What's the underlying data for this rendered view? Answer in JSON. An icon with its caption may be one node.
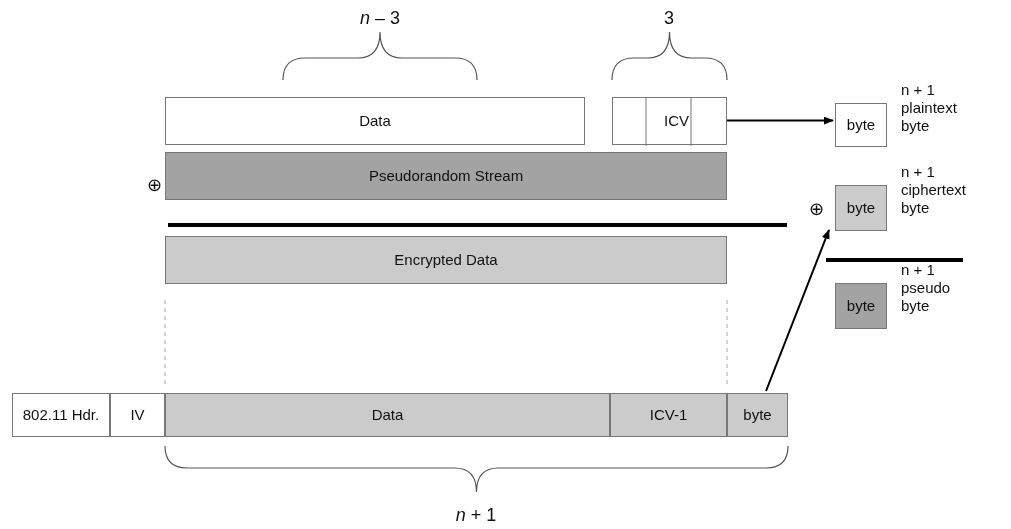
{
  "diagram": {
    "nodes": [
      {
        "text": [
          "Data"
        ]
      },
      {
        "text": [
          "ICV"
        ]
      },
      {
        "text": [
          "Pseudorandom Stream"
        ]
      },
      {
        "text": [
          "Encrypted Data"
        ]
      },
      {
        "text": [
          "byte"
        ],
        "beside": [
          "n + 1 plaintext byte"
        ]
      },
      {
        "text": [
          "byte"
        ],
        "beside": [
          "n + 1 ciphertext byte"
        ]
      },
      {
        "text": [
          "byte"
        ],
        "beside": [
          "n + 1 pseudo byte"
        ]
      },
      {
        "text": [
          "802.11 Hdr."
        ]
      },
      {
        "text": [
          "IV"
        ]
      },
      {
        "text": [
          "Data"
        ]
      },
      {
        "text": [
          "ICV-1"
        ]
      },
      {
        "text": [
          "byte"
        ]
      }
    ],
    "edges": [
      {
        "from": 1,
        "to": 4,
        "arrow": "to"
      },
      {
        "from": 11,
        "to": 5,
        "arrow": "to"
      }
    ],
    "labels": [
      "*n* – 3",
      "3",
      "⊕",
      "⊕",
      "*n* + 1"
    ]
  }
}
